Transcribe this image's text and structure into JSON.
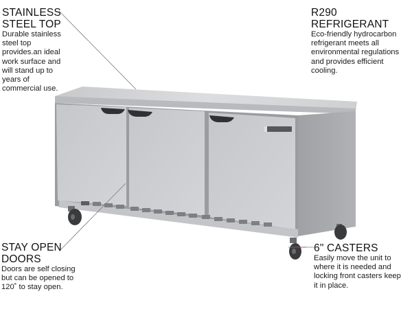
{
  "callouts": {
    "stainless_top": {
      "title_line1": "STAINLESS",
      "title_line2": "STEEL TOP",
      "body_lines": [
        "Durable stainless",
        "steel top",
        "provides.an ideal",
        "work surface and",
        "will stand up to",
        "years of",
        "commercial use."
      ]
    },
    "refrigerant": {
      "title": "R290 REFRIGERANT",
      "body_lines": [
        "Eco-friendly hydrocarbon",
        "refrigerant  meets all",
        "environmental regulations",
        "and provides efficient",
        "cooling."
      ]
    },
    "stay_open_doors": {
      "title_line1": "STAY OPEN",
      "title_line2": "DOORS",
      "body_lines": [
        "Doors are self closing",
        "but can be opened to",
        "120˚  to stay open."
      ]
    },
    "casters": {
      "title": "6\" CASTERS",
      "body_lines": [
        "Easily move the unit to",
        "where it is needed and",
        "locking front casters keep",
        "it in place."
      ]
    }
  },
  "product": {
    "door_count": 3,
    "colors": {
      "top": "#d4d5d6",
      "door": "#c9cbce",
      "door_edge": "#8e9094",
      "side": "#a7a9ac",
      "handle": "#2f3133",
      "caster": "#3a3b3d",
      "leader_line": "#7a7a7a"
    }
  }
}
